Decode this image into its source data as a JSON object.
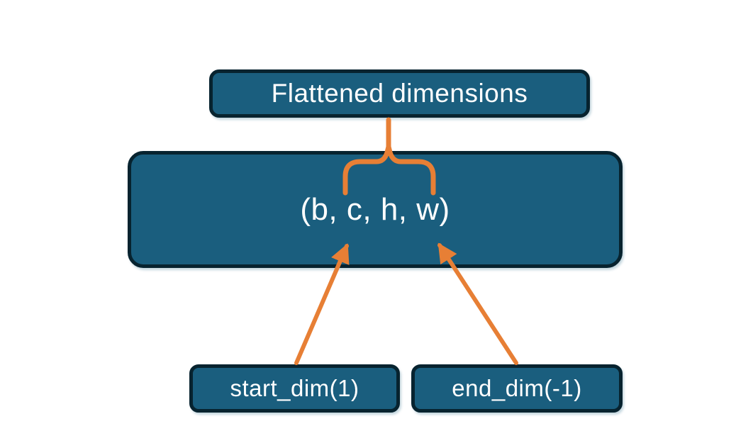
{
  "diagram": {
    "top_box": {
      "label": "Flattened dimensions"
    },
    "main_box": {
      "label": "(b, c, h, w)"
    },
    "bottom_left_box": {
      "label": "start_dim(1)"
    },
    "bottom_right_box": {
      "label": "end_dim(-1)"
    }
  },
  "colors": {
    "box-fill": "#1A5E7E",
    "box-border": "#07232F",
    "arrow-orange": "#E77F35",
    "text-white": "#FFFFFF",
    "background": "#FFFFFF"
  }
}
